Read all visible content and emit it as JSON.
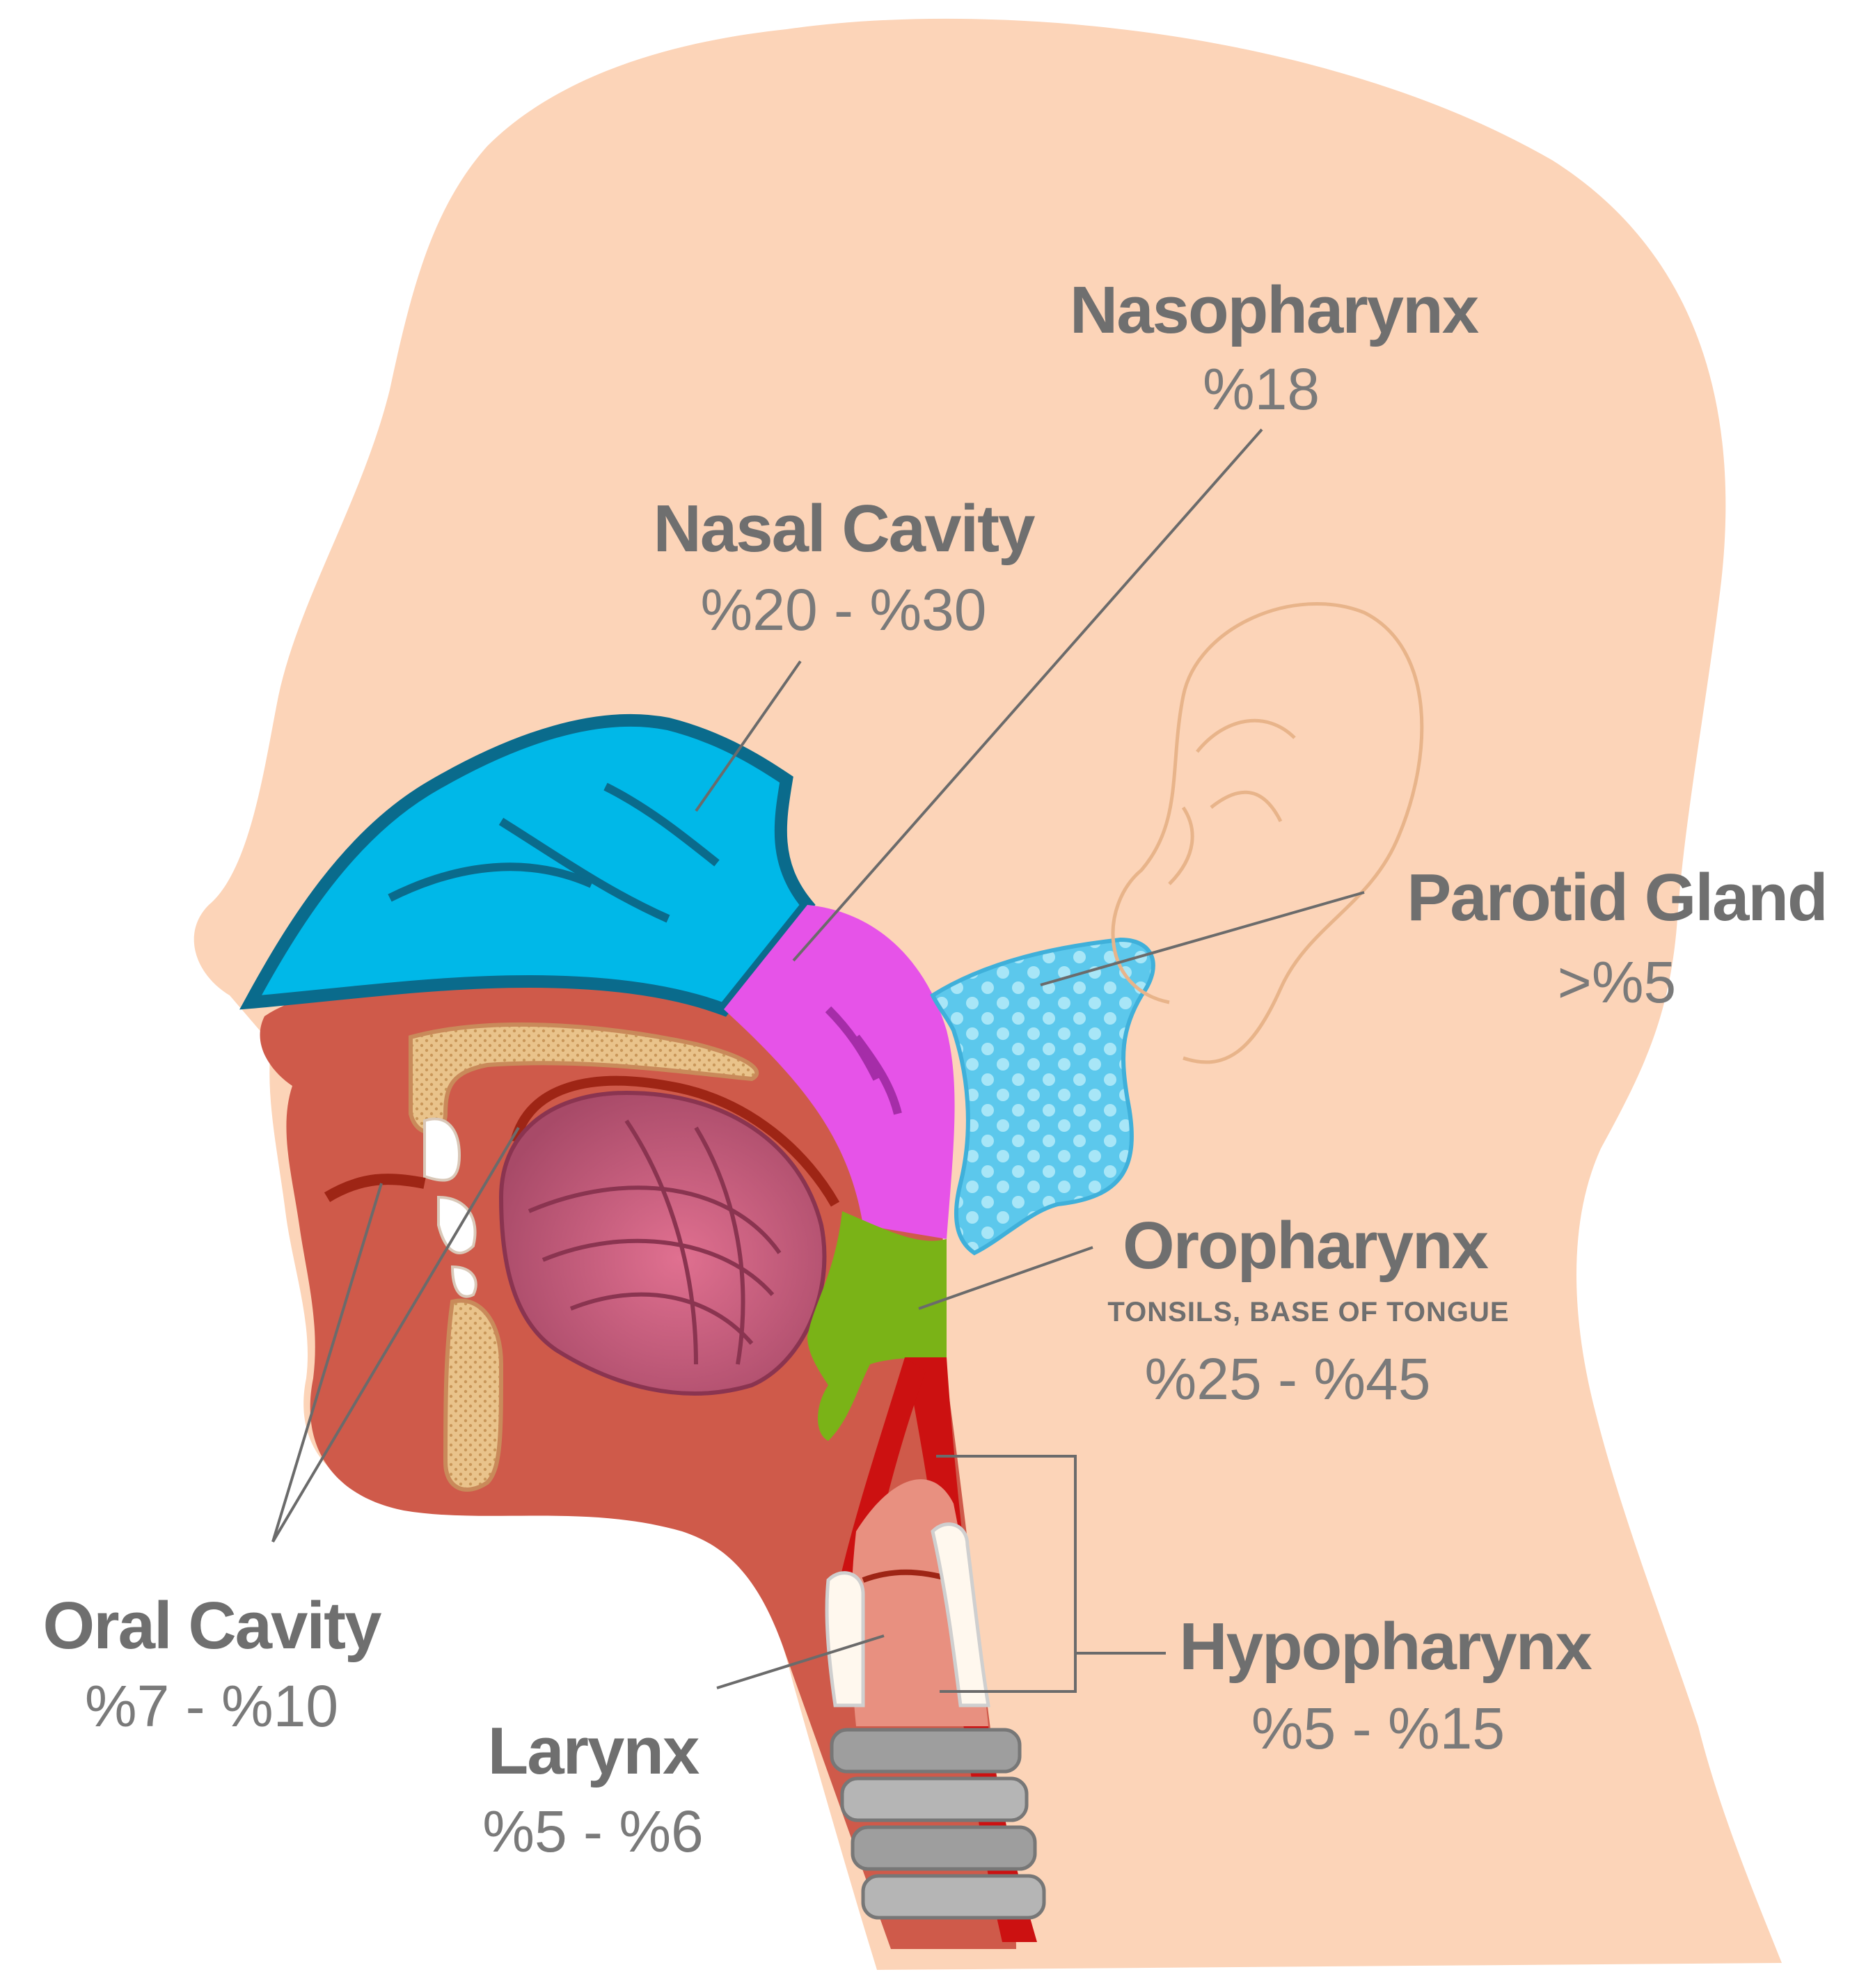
{
  "colors": {
    "skin": "#FCD4B8",
    "mouth_tissue": "#CF5A4A",
    "nasal_cavity": "#00B8E8",
    "nasal_outline": "#0A6B8C",
    "nasopharynx": "#E653E8",
    "oropharynx": "#7AB317",
    "parotid": "#7ED8F0",
    "tongue": "#B04E6C",
    "airway": "#CC1111",
    "larynx": "#E89080",
    "trachea_ring": "#9E9E9E",
    "bone": "#E9C38B",
    "label_text": "#6f6f6f"
  },
  "labels": {
    "nasopharynx": {
      "name": "Nasopharynx",
      "pct": "%18"
    },
    "nasal_cavity": {
      "name": "Nasal Cavity",
      "pct": "%20 - %30"
    },
    "parotid_gland": {
      "name": "Parotid Gland",
      "pct": ">%5"
    },
    "oropharynx": {
      "name": "Oropharynx",
      "sub": "TONSILS, BASE OF TONGUE",
      "pct": "%25 - %45"
    },
    "oral_cavity": {
      "name": "Oral Cavity",
      "pct": "%7 - %10"
    },
    "larynx": {
      "name": "Larynx",
      "pct": "%5 - %6"
    },
    "hypopharynx": {
      "name": "Hypopharynx",
      "pct": "%5 - %15"
    }
  }
}
